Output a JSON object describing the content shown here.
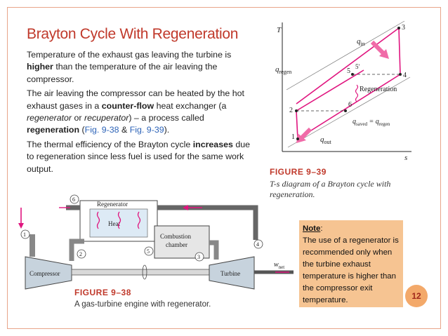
{
  "slide": {
    "title": "Brayton Cycle With Regeneration",
    "p1": {
      "a": "Temperature of the exhaust gas leaving the turbine is ",
      "b": "higher",
      "c": " than the temperature of the air leaving the compressor."
    },
    "p2": {
      "a": "The air leaving the compressor can be heated by the hot exhaust gases in a ",
      "b": "counter-flow",
      "c": " heat exchanger (a ",
      "d": "regenerator",
      "e": " or ",
      "f": "recuperator",
      "g": ") – a process called ",
      "h": "regeneration",
      "i": " (",
      "j": "Fig. 9-38",
      "k": " & ",
      "l": "Fig. 9-39",
      "m": ")."
    },
    "p3": {
      "a": "The thermal efficiency of the Brayton cycle ",
      "b": "increases",
      "c": " due to regeneration since less fuel is used for the same work output."
    },
    "page_number": "12"
  },
  "ts_diagram": {
    "axis_t": "T",
    "axis_s": "s",
    "q_in": "q",
    "q_in_sub": "in",
    "q_regen": "q",
    "q_regen_sub": "regen",
    "regeneration": "Regeneration",
    "q_saved": "q",
    "q_saved_sub": "saved",
    "q_saved_eq": " = q",
    "q_saved_eq_sub": "regen",
    "q_out": "q",
    "q_out_sub": "out",
    "states": [
      "1",
      "2",
      "3",
      "4",
      "5",
      "5'",
      "6"
    ],
    "caption_num": "FIGURE 9–39",
    "caption_text": "T-s diagram of a Brayton cycle with regeneration."
  },
  "engine_diagram": {
    "regenerator": "Regenerator",
    "heat": "Heat",
    "combustion": "Combustion",
    "chamber": "chamber",
    "compressor": "Compressor",
    "turbine": "Turbine",
    "w_net": "w",
    "w_net_sub": "net",
    "states": [
      "1",
      "2",
      "3",
      "4",
      "5",
      "6"
    ],
    "caption_num": "FIGURE 9–38",
    "caption_text": "A gas-turbine engine with regenerator."
  },
  "note": {
    "heading": "Note",
    "colon": ":",
    "text": "The use of a regenerator is recommended only when the turbine exhaust temperature is higher than the compressor exit temperature."
  },
  "colors": {
    "title": "#c0392b",
    "link": "#2e64b8",
    "cycle_line": "#e0157f",
    "note_bg": "#f6c492",
    "badge_bg": "#f3a96a"
  }
}
